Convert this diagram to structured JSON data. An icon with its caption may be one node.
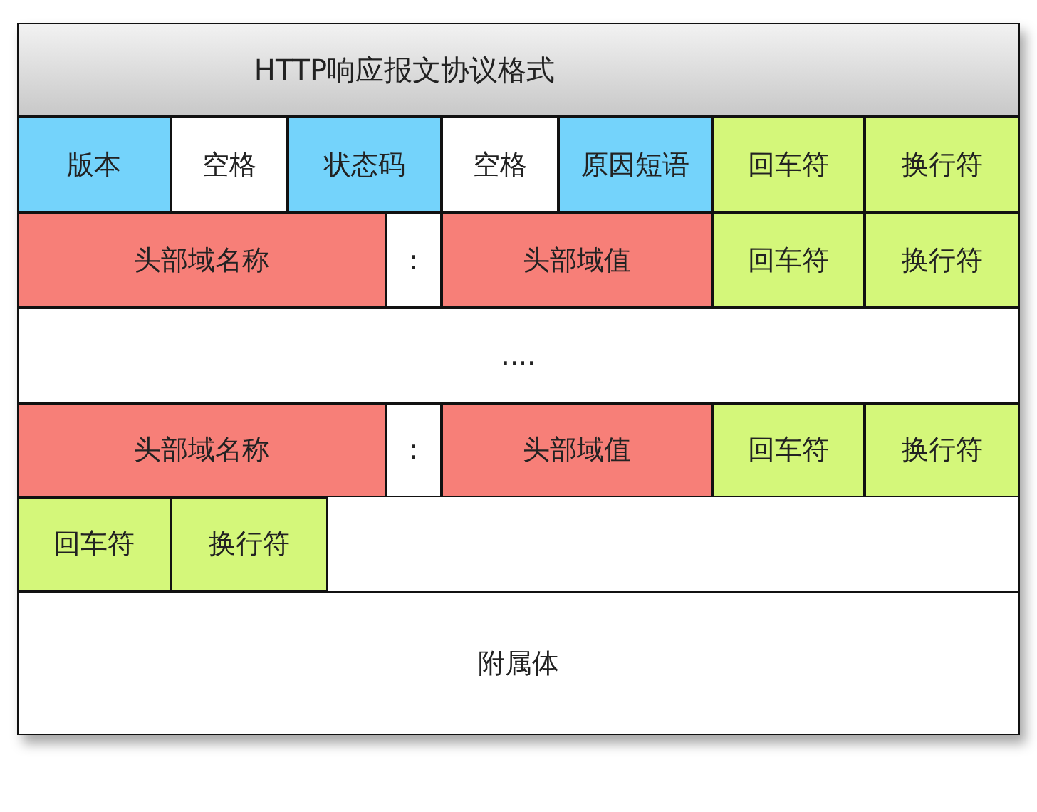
{
  "diagram": {
    "title": "HTTP响应报文协议格式",
    "nodes": [
      {
        "text": [
          "版本"
        ]
      },
      {
        "text": [
          "空格"
        ]
      },
      {
        "text": [
          "状态码"
        ]
      },
      {
        "text": [
          "空格"
        ]
      },
      {
        "text": [
          "原因短语"
        ]
      },
      {
        "text": [
          "回车符"
        ]
      },
      {
        "text": [
          "换行符"
        ]
      },
      {
        "text": [
          "头部域名称"
        ]
      },
      {
        "text": [
          ":"
        ]
      },
      {
        "text": [
          "头部域值"
        ]
      },
      {
        "text": [
          "回车符"
        ]
      },
      {
        "text": [
          "换行符"
        ]
      },
      {
        "text": [
          "...."
        ]
      },
      {
        "text": [
          "头部域名称"
        ]
      },
      {
        "text": [
          ":"
        ]
      },
      {
        "text": [
          "头部域值"
        ]
      },
      {
        "text": [
          "回车符"
        ]
      },
      {
        "text": [
          "换行符"
        ]
      },
      {
        "text": [
          "回车符"
        ]
      },
      {
        "text": [
          "换行符"
        ]
      },
      {
        "text": [
          "附属体"
        ]
      }
    ]
  }
}
